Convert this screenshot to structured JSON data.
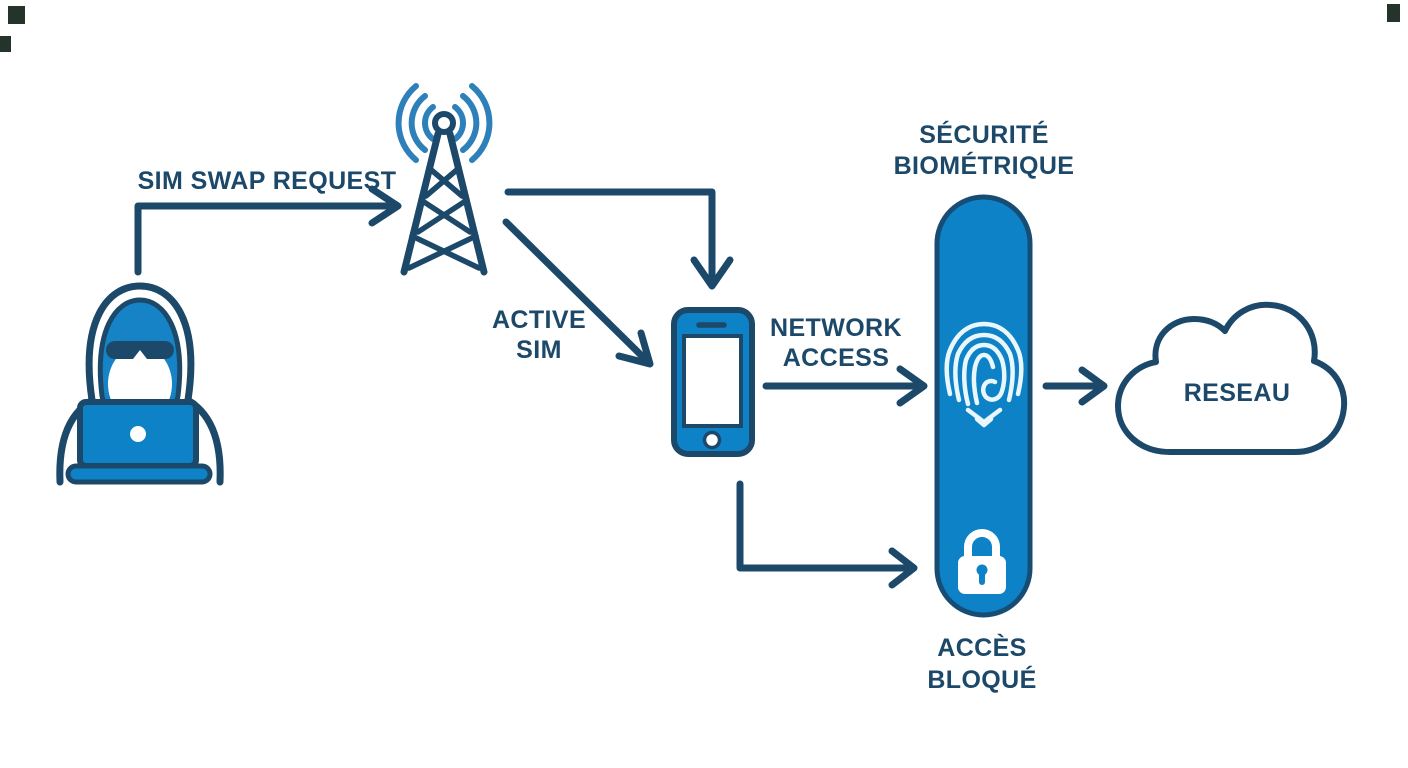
{
  "page": {
    "background": "#ffffff",
    "type": "security-flow-diagram"
  },
  "labels": {
    "sim_swap_request": "SIM SWAP REQUEST",
    "active_sim": {
      "line1": "ACTIVE",
      "line2": "SIM"
    },
    "network_access": {
      "line1": "NETWORK",
      "line2": "ACCESS"
    },
    "biometric_security": {
      "line1": "SÉCURITÉ",
      "line2": "BIOMÉTRIQUE"
    },
    "access_blocked": {
      "line1": "ACCÈS",
      "line2": "BLOQUÉ"
    },
    "network_cloud": "RESEAU"
  },
  "colors": {
    "outline_navy": "#1c4869",
    "primary_blue": "#0d82c6",
    "wave_blue": "#2e80ba",
    "fingerprint_light": "#e9f6fc",
    "white": "#ffffff",
    "corner_mark_dark": "#24342b"
  },
  "icons": [
    "hacker-icon",
    "laptop-icon",
    "cell-tower-icon",
    "radio-waves-icon",
    "smartphone-icon",
    "fingerprint-icon",
    "lock-icon",
    "cloud-icon"
  ]
}
